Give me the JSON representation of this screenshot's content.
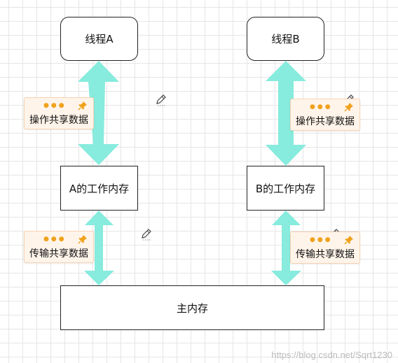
{
  "nodes": {
    "thread_a": "线程A",
    "thread_b": "线程B",
    "work_mem_a": "A的工作内存",
    "work_mem_b": "B的工作内存",
    "main_mem": "主内存"
  },
  "notes": {
    "op_left": "操作共享数据",
    "op_right": "操作共享数据",
    "transfer_left": "传输共享数据",
    "transfer_right": "传输共享数据",
    "dots": "●●●"
  },
  "colors": {
    "arrow": "#87ebdd",
    "note_bg": "#fff4ea",
    "note_accent": "#f0a21c"
  },
  "icons": [
    "pushpin-icon",
    "pencil-icon"
  ],
  "watermark": "https://blog.csdn.net/Sqrt1230"
}
